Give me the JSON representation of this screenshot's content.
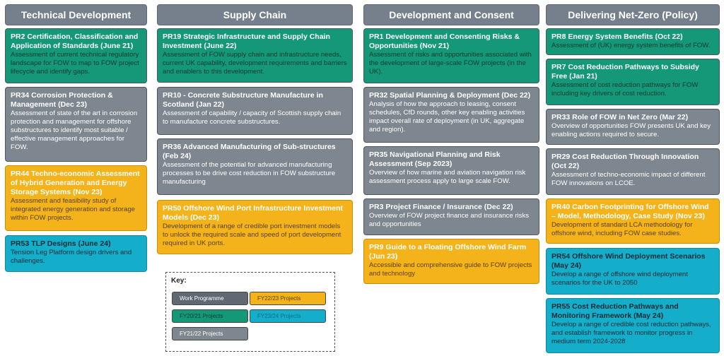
{
  "columns": [
    {
      "title": "Technical Development",
      "cards": [
        {
          "id": "pr2",
          "title": "PR2 Certification, Classification and Application of Standards (June 21)",
          "desc": "Assessment of current technical regulatory landscape for FOW to map to FOW project lifecycle and identify gaps."
        },
        {
          "id": "pr34",
          "title": "PR34 Corrosion Protection & Management (Dec 23)",
          "desc": "Assessment of state of the art in corrosion protection and management for offshore substructures to identify most suitable / effective management approaches for FOW."
        },
        {
          "id": "pr44",
          "title": "PR44 Techno-economic Assessment of Hybrid Generation and Energy Storage Systems (Nov 23)",
          "desc": "Assessment and feasibility study of integrated energy generation and storage within FOW projects."
        },
        {
          "id": "pr53",
          "title": "PR53 TLP Designs (June 24)",
          "desc": "Tension Leg Platform design drivers and challenges."
        }
      ]
    },
    {
      "title": "Supply Chain",
      "cards": [
        {
          "id": "pr19",
          "title": "PR19 Strategic Infrastructure and Supply Chain Investment (June 22)",
          "desc": "Assessment of FOW supply chain and infrastructure needs, current UK capability, development requirements and barriers and enablers to this development."
        },
        {
          "id": "pr10",
          "title": "PR10 - Concrete Substructure Manufacture in Scotland (Jan 22)",
          "desc": "Assessment of capability / capacity of Scottish supply chain to manufacture concrete substructures."
        },
        {
          "id": "pr36",
          "title": "PR36 Advanced Manufacturing of Sub-structures (Feb 24)",
          "desc": "Assessment of the potential for advanced manufacturing processes to be drive cost reduction in FOW substructure manufacturing"
        },
        {
          "id": "pr50",
          "title": "PR50 Offshore Wind Port Infrastructure Investment Models (Dec 23)",
          "desc": "Development of a range of credible port investment models to unlock the required scale and speed of port development required in UK ports."
        }
      ]
    },
    {
      "title": "Development and Consent",
      "cards": [
        {
          "id": "pr1",
          "title": "PR1 Development and Consenting Risks & Opportunities (Nov 21)",
          "desc": "Assessment of risks and opportunities associated with the development of large-scale FOW projects (in the UK)."
        },
        {
          "id": "pr32",
          "title": "PR32 Spatial Planning & Deployment (Dec 22)",
          "desc": "Analysis of how the approach to leasing, consent schedules, CfD rounds, other key enabling activities impact overall rate of deployment (in UK, aggregate and region)."
        },
        {
          "id": "pr35",
          "title": "PR35 Navigational Planning and Risk Assessment (Sep 2023)",
          "desc": "Overview of how marine and aviation navigation risk assessment process apply to large scale FOW."
        },
        {
          "id": "pr3",
          "title": "PR3 Project Finance / Insurance (Dec 22)",
          "desc": "Overview of FOW project finance and insurance risks and opportunities"
        },
        {
          "id": "pr9",
          "title": "PR9 Guide to a Floating Offshore Wind Farm (Jun 23)",
          "desc": "Accessible and comprehensive guide to FOW projects and technology"
        }
      ]
    },
    {
      "title": "Delivering Net-Zero (Policy)",
      "cards": [
        {
          "id": "pr8",
          "title": "PR8 Energy System Benefits (Oct 22)",
          "desc": "Assessment of (UK) energy system benefits of FOW."
        },
        {
          "id": "pr7",
          "title": "PR7 Cost Reduction Pathways to Subsidy Free (Jan 21)",
          "desc": "Assessment of cost reduction pathways for FOW including key drivers of cost reduction."
        },
        {
          "id": "pr33",
          "title": "PR33 Role of FOW in Net Zero (Mar 22)",
          "desc": "Overview of  opportunities FOW presents UK and key enabling actions required to secure."
        },
        {
          "id": "pr29",
          "title": "PR29 Cost Reduction Through Innovation (Oct 22)",
          "desc": "Assessment of techno-economic impact of different FOW innovations on LCOE."
        },
        {
          "id": "pr40",
          "title": "PR40 Carbon Footprinting for Offshore Wind – Model, Methodology, Case Study (Nov 23)",
          "desc": "Development of standard LCA methodology for offshore wind, including FOW case studies."
        },
        {
          "id": "pr54",
          "title": "PR54 Offshore Wind Deployment Scenarios (May 24)",
          "desc": "Develop a range of offshore wind deployment scenarios for the UK to 2050"
        },
        {
          "id": "pr55",
          "title": "PR55 Cost Reduction Pathways and Monitoring Framework (May 24)",
          "desc": "Develop a range of credible cost reduction pathways, and establish framework to monitor progress in medium term 2024-2028"
        }
      ]
    }
  ],
  "key": {
    "title": "Key:",
    "items": [
      {
        "label": "Work Programme",
        "color": "#5f6873"
      },
      {
        "label": "FY22/23 Projects",
        "color": "#f4b31a"
      },
      {
        "label": "FY20/21 Projects",
        "color": "#149877"
      },
      {
        "label": "FY23/24 Projects",
        "color": "#14aecb"
      },
      {
        "label": "FY21/22 Projects",
        "color": "#7e8790"
      }
    ]
  }
}
